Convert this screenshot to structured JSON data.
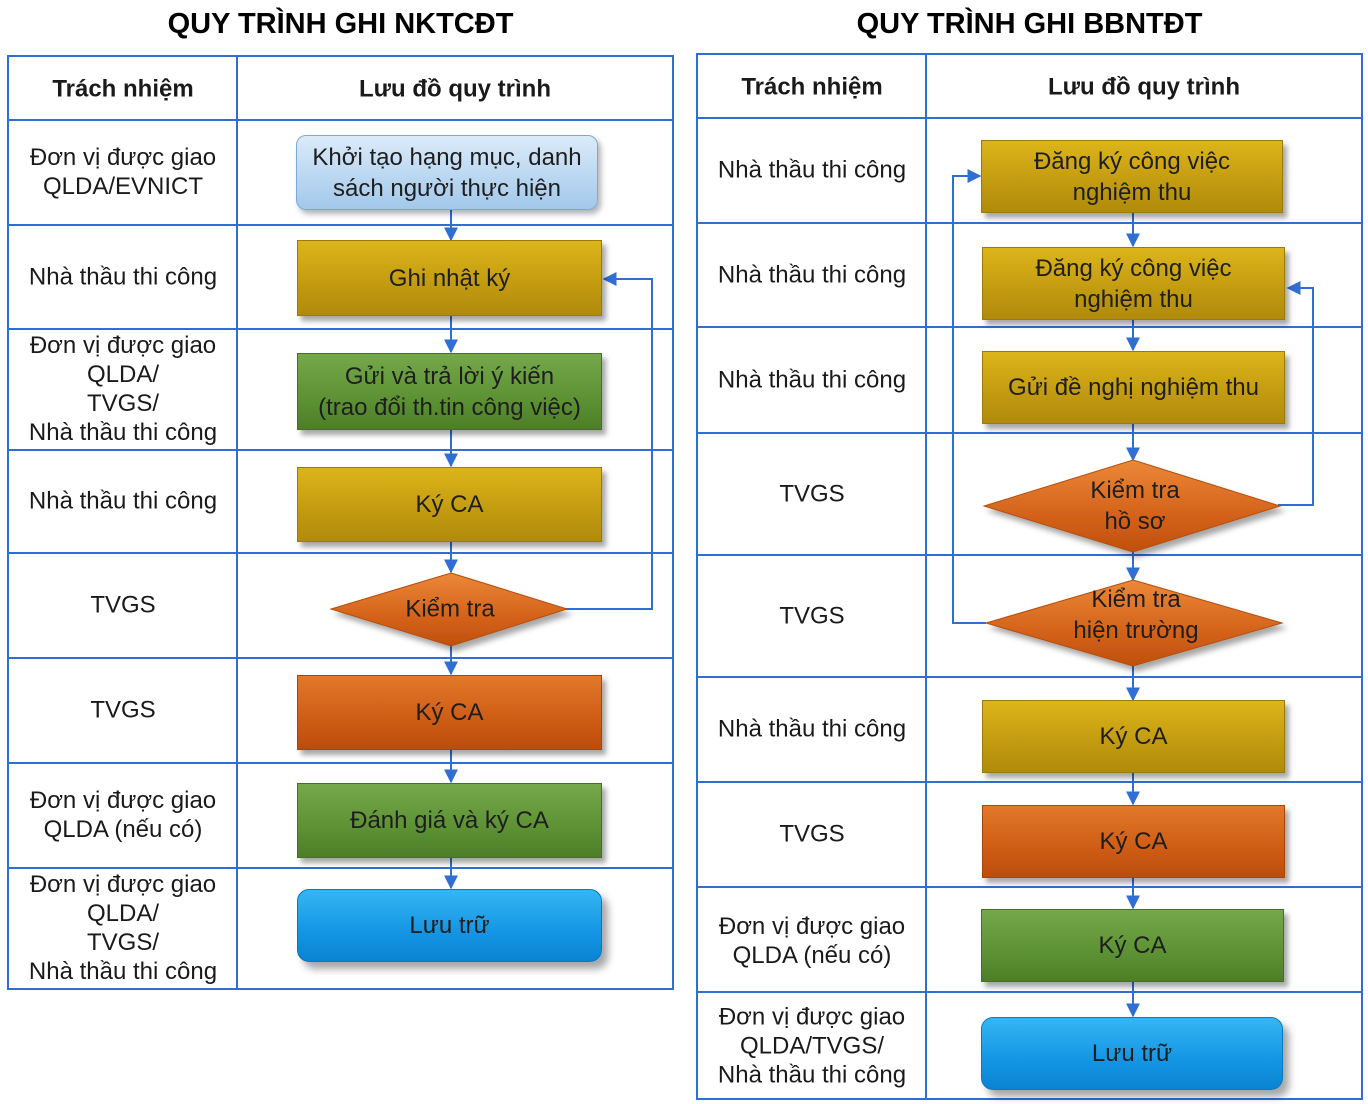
{
  "left": {
    "title": "QUY TRÌNH GHI NKTCĐT",
    "header": {
      "responsibility": "Trách nhiệm",
      "flow": "Lưu đồ quy trình"
    },
    "rows": [
      {
        "role": "Đơn vị được giao\nQLDA/EVNICT"
      },
      {
        "role": "Nhà thầu thi công"
      },
      {
        "role": "Đơn vị được giao\nQLDA/\nTVGS/\nNhà thầu thi công"
      },
      {
        "role": "Nhà thầu thi công"
      },
      {
        "role": "TVGS"
      },
      {
        "role": "TVGS"
      },
      {
        "role": "Đơn vị được giao\nQLDA (nếu có)"
      },
      {
        "role": "Đơn vị được giao\nQLDA/\nTVGS/\nNhà thầu thi công"
      }
    ],
    "steps": {
      "s1": "Khởi tạo hạng mục, danh\nsách người thực hiện",
      "s2": "Ghi nhật ký",
      "s3": "Gửi và trả lời ý kiến\n(trao đổi th.tin công việc)",
      "s4": "Ký CA",
      "s5": "Kiểm tra",
      "s6": "Ký CA",
      "s7": "Đánh giá và ký CA",
      "s8": "Lưu trữ"
    }
  },
  "right": {
    "title": "QUY TRÌNH GHI BBNTĐT",
    "header": {
      "responsibility": "Trách nhiệm",
      "flow": "Lưu đồ quy trình"
    },
    "rows": [
      {
        "role": "Nhà thầu thi công"
      },
      {
        "role": "Nhà thầu thi công"
      },
      {
        "role": "Nhà thầu thi công"
      },
      {
        "role": "TVGS"
      },
      {
        "role": "TVGS"
      },
      {
        "role": "Nhà thầu thi công"
      },
      {
        "role": "TVGS"
      },
      {
        "role": "Đơn vị được giao\nQLDA (nếu có)"
      },
      {
        "role": "Đơn vị được giao\nQLDA/TVGS/\nNhà thầu thi công"
      }
    ],
    "steps": {
      "s1": "Đăng ký công việc\nnghiệm thu",
      "s2": "Đăng ký công việc\nnghiệm thu",
      "s3": "Gửi đề nghị nghiệm thu",
      "s4": "Kiểm tra\nhồ sơ",
      "s5": "Kiểm tra\nhiện trường",
      "s6": "Ký CA",
      "s7": "Ký CA",
      "s8": "Ký CA",
      "s9": "Lưu trữ"
    }
  },
  "colors": {
    "grid": "#2f6fd4",
    "arrow": "#2f6fd4",
    "gold": "#c9a114",
    "orange": "#d4621a",
    "green": "#60953a",
    "blue": "#1495e4",
    "lightblue": "#b8d6f1"
  }
}
